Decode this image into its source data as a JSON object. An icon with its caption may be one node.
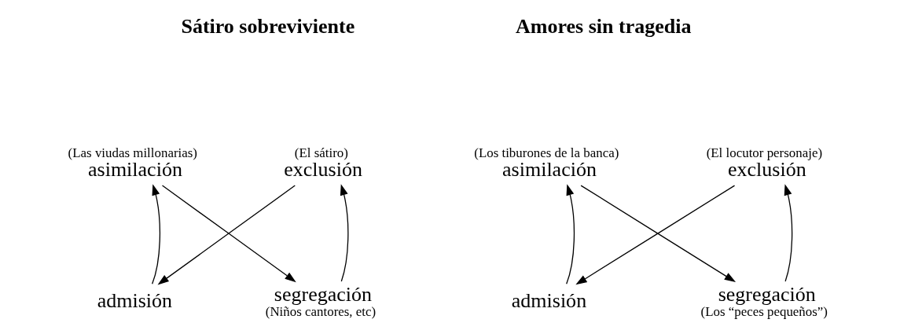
{
  "diagram": {
    "nodes": [
      {
        "text": [
          "asimilación"
        ],
        "beside": [
          "(Las viudas millonarias)"
        ]
      },
      {
        "text": [
          "exclusión"
        ],
        "beside": [
          "(El sátiro)"
        ]
      },
      {
        "text": [
          "admisión"
        ]
      },
      {
        "text": [
          "segregación"
        ],
        "beside": [
          "(Niños cantores, etc)"
        ]
      },
      {
        "text": [
          "asimilación"
        ],
        "beside": [
          "(Los tiburones de la banca)"
        ]
      },
      {
        "text": [
          "exclusión"
        ],
        "beside": [
          "(El locutor personaje)"
        ]
      },
      {
        "text": [
          "admisión"
        ]
      },
      {
        "text": [
          "segregación"
        ],
        "beside": [
          "(Los “peces pequeños”)"
        ]
      }
    ],
    "edges": [
      {
        "from": 2,
        "to": 0,
        "arrow": "to"
      },
      {
        "from": 1,
        "to": 2,
        "arrow": "to"
      },
      {
        "from": 0,
        "to": 3,
        "arrow": "to"
      },
      {
        "from": 3,
        "to": 1,
        "arrow": "to"
      },
      {
        "from": 6,
        "to": 4,
        "arrow": "to"
      },
      {
        "from": 5,
        "to": 6,
        "arrow": "to"
      },
      {
        "from": 4,
        "to": 7,
        "arrow": "to"
      },
      {
        "from": 7,
        "to": 5,
        "arrow": "to"
      }
    ],
    "labels": [
      "Sátiro sobreviviente",
      "Amores sin tragedia"
    ]
  }
}
